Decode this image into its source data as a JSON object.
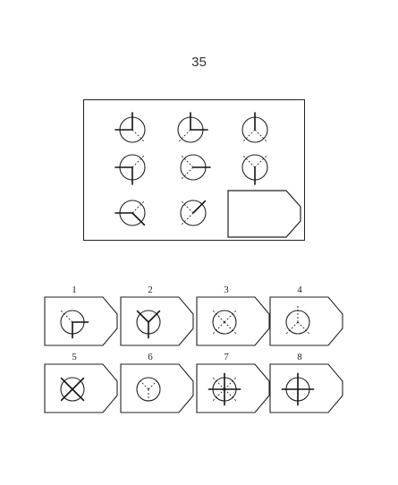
{
  "page": {
    "number": "35"
  },
  "question": {
    "cells": [
      {
        "id": "r1c1",
        "solid": [
          0,
          270
        ],
        "dashed": [
          135
        ]
      },
      {
        "id": "r1c2",
        "solid": [
          0,
          90
        ],
        "dashed": [
          225
        ]
      },
      {
        "id": "r1c3",
        "solid": [
          0
        ],
        "dashed": [
          135,
          225
        ]
      },
      {
        "id": "r2c1",
        "solid": [
          270,
          180
        ],
        "dashed": [
          45
        ]
      },
      {
        "id": "r2c2",
        "solid": [
          90
        ],
        "dashed": [
          315,
          225
        ]
      },
      {
        "id": "r2c3",
        "solid": [
          180
        ],
        "dashed": [
          315,
          45
        ]
      },
      {
        "id": "r3c1",
        "solid": [
          270,
          135
        ],
        "dashed": [
          45
        ]
      },
      {
        "id": "r3c2",
        "solid": [
          45
        ],
        "dashed": [
          315,
          225
        ]
      }
    ]
  },
  "options": [
    {
      "number": "1",
      "solid": [
        90,
        180
      ],
      "dashed": [
        315
      ],
      "ext": true
    },
    {
      "number": "2",
      "solid": [
        315,
        45,
        180
      ],
      "dashed": [],
      "ext": true
    },
    {
      "number": "3",
      "solid": [],
      "dashed": [
        45,
        135,
        225,
        315
      ],
      "ext": true
    },
    {
      "number": "4",
      "solid": [],
      "dashed": [
        0,
        135,
        225
      ],
      "ext": true
    },
    {
      "number": "5",
      "solid": [
        45,
        135,
        225,
        315
      ],
      "dashed": [],
      "ext": true
    },
    {
      "number": "6",
      "solid": [],
      "dashed": [
        315,
        45,
        180
      ],
      "ext": false
    },
    {
      "number": "7",
      "solid": [
        0,
        90,
        180,
        270
      ],
      "dashed": [
        45,
        135,
        225,
        315
      ],
      "ext": true
    },
    {
      "number": "8",
      "solid": [
        0,
        90,
        180,
        270
      ],
      "dashed": [],
      "ext": true
    }
  ]
}
